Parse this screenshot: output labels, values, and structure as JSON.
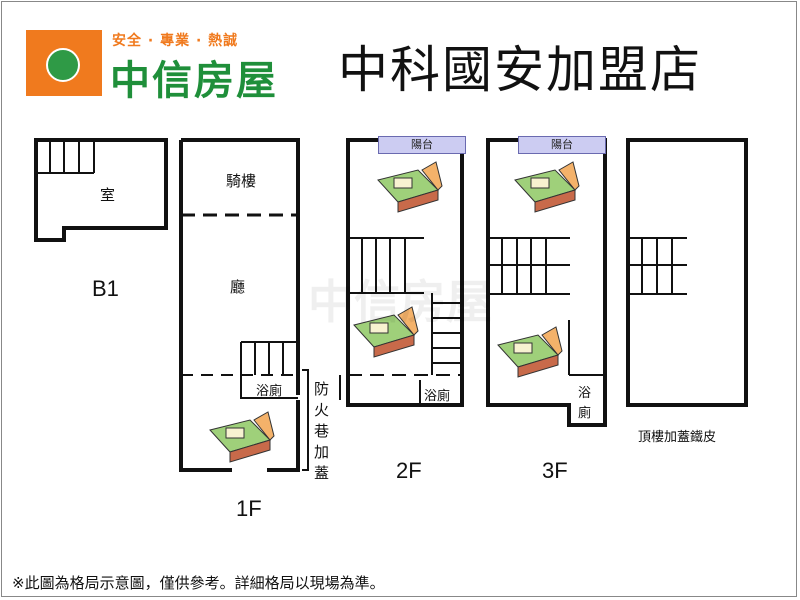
{
  "logo": {
    "slogan": "安全 · 專業 · 熱誠",
    "name": "中信房屋",
    "colors": {
      "orange": "#f07a1e",
      "green": "#1f8f3a"
    }
  },
  "store_name": "中科國安加盟店",
  "floors": {
    "b1": {
      "label": "B1",
      "room": "室"
    },
    "f1": {
      "label": "1F",
      "arcade": "騎樓",
      "hall": "廳",
      "bathroom": "浴廁"
    },
    "f2": {
      "label": "2F",
      "balcony": "陽台",
      "bathroom": "浴廁"
    },
    "f3": {
      "label": "3F",
      "balcony": "陽台",
      "bathroom_1": "浴",
      "bathroom_2": "廁"
    },
    "roof": {
      "label": "頂樓加蓋鐵皮"
    }
  },
  "fire_lane": [
    "防",
    "火",
    "巷",
    "加",
    "蓋"
  ],
  "watermark": "中信房屋",
  "footnote": "※此圖為格局示意圖，僅供參考。詳細格局以現場為準。"
}
